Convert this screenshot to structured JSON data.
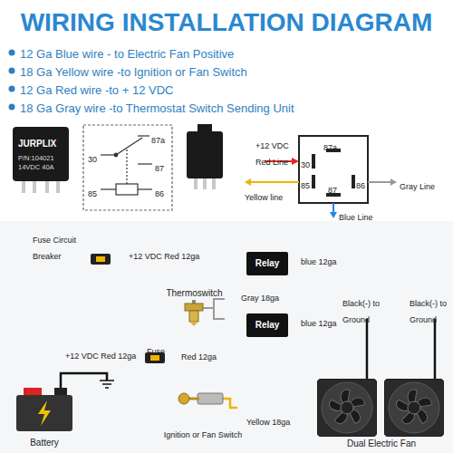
{
  "diagram": {
    "title": "WIRING INSTALLATION DIAGRAM",
    "nodes": [
      {
        "text": [
          "Relay"
        ]
      },
      {
        "text": [
          "Thermoswitch"
        ]
      },
      {
        "text": [
          "Relay"
        ]
      },
      {
        "text": [
          "Battery"
        ]
      },
      {
        "text": [
          "Ignition or Fan Switch"
        ]
      },
      {
        "text": [
          "Dual Electric Fan"
        ]
      }
    ],
    "edges": [
      {
        "from": 3,
        "to": 0,
        "arrow": "none",
        "label": "+12 VDC Red 12ga"
      },
      {
        "from": 3,
        "to": 2,
        "arrow": "none",
        "label": "+12 VDC Red 12ga"
      },
      {
        "from": 1,
        "to": 0,
        "arrow": "none",
        "label": "Gray 18ga"
      },
      {
        "from": 1,
        "to": 2,
        "arrow": "none"
      },
      {
        "from": 0,
        "to": 5,
        "arrow": "none",
        "label": "blue 12ga"
      },
      {
        "from": 2,
        "to": 5,
        "arrow": "none",
        "label": "blue 12ga"
      },
      {
        "from": 4,
        "to": 0,
        "arrow": "none",
        "label": "Yellow 18ga"
      },
      {
        "from": 4,
        "to": 2,
        "arrow": "none"
      }
    ],
    "labels": [
      "12 Ga Blue wire - to Electric Fan Positive",
      "18 Ga Yellow wire -to Ignition or Fan Switch",
      "12 Ga Red wire -to + 12 VDC",
      "18 Ga Gray wire -to Thermostat Switch Sending Unit",
      "JURPLIX",
      "P/N:104021",
      "14VDC 40A",
      "87a",
      "30",
      "87",
      "85",
      "86",
      "+12 VDC Red Line",
      "30",
      "85",
      "86",
      "87a",
      "87",
      "Yellow line",
      "Gray Line",
      "Blue Line",
      "Fuse Circuit Breaker",
      "Fuse",
      "Red 12ga",
      "Black(-) to Ground",
      "Black(-) to Ground"
    ]
  }
}
